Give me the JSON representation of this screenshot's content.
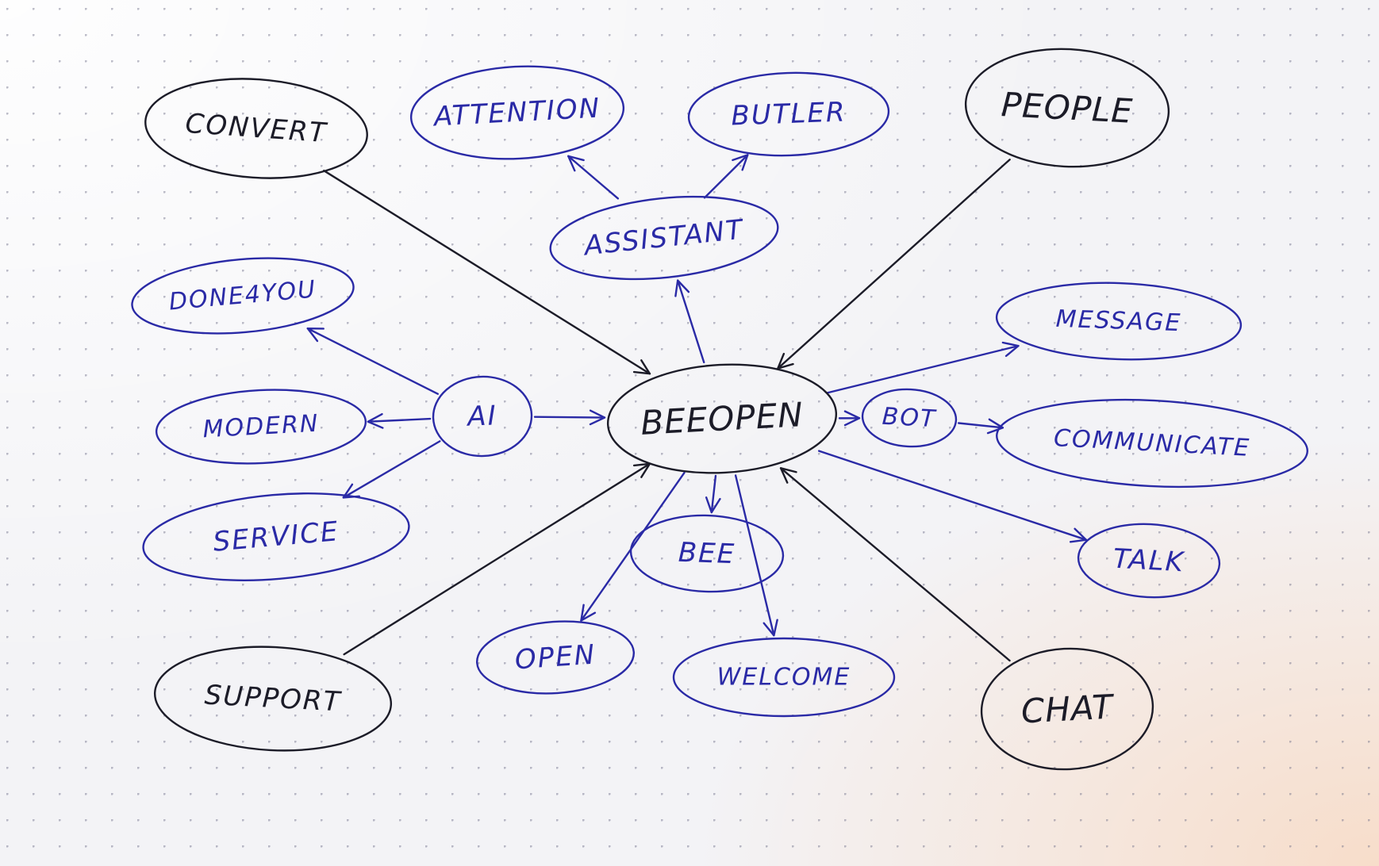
{
  "colors": {
    "blue_ink": "#2a2aa6",
    "black_ink": "#1c1c28"
  },
  "nodes": [
    {
      "id": "beeopen",
      "label": "BEEOPEN",
      "ink": "black"
    },
    {
      "id": "convert",
      "label": "CONVERT",
      "ink": "black"
    },
    {
      "id": "attention",
      "label": "ATTENTION",
      "ink": "blue"
    },
    {
      "id": "butler",
      "label": "BUTLER",
      "ink": "blue"
    },
    {
      "id": "people",
      "label": "PEOPLE",
      "ink": "black"
    },
    {
      "id": "assistant",
      "label": "ASSISTANT",
      "ink": "blue"
    },
    {
      "id": "done4you",
      "label": "DONE4YOU",
      "ink": "blue"
    },
    {
      "id": "ai",
      "label": "AI",
      "ink": "blue"
    },
    {
      "id": "modern",
      "label": "MODERN",
      "ink": "blue"
    },
    {
      "id": "service",
      "label": "SERVICE",
      "ink": "blue"
    },
    {
      "id": "message",
      "label": "MESSAGE",
      "ink": "blue"
    },
    {
      "id": "bot",
      "label": "BOT",
      "ink": "blue"
    },
    {
      "id": "communicate",
      "label": "COMMUNICATE",
      "ink": "blue"
    },
    {
      "id": "talk",
      "label": "TALK",
      "ink": "blue"
    },
    {
      "id": "bee",
      "label": "BEE",
      "ink": "blue"
    },
    {
      "id": "open",
      "label": "OPEN",
      "ink": "blue"
    },
    {
      "id": "welcome",
      "label": "WELCOME",
      "ink": "blue"
    },
    {
      "id": "support",
      "label": "SUPPORT",
      "ink": "black"
    },
    {
      "id": "chat",
      "label": "CHAT",
      "ink": "black"
    }
  ],
  "edges": [
    {
      "from": "convert",
      "to": "beeopen",
      "ink": "black"
    },
    {
      "from": "people",
      "to": "beeopen",
      "ink": "black"
    },
    {
      "from": "support",
      "to": "beeopen",
      "ink": "black"
    },
    {
      "from": "chat",
      "to": "beeopen",
      "ink": "black"
    },
    {
      "from": "beeopen",
      "to": "assistant",
      "ink": "blue"
    },
    {
      "from": "assistant",
      "to": "attention",
      "ink": "blue"
    },
    {
      "from": "assistant",
      "to": "butler",
      "ink": "blue"
    },
    {
      "from": "ai",
      "to": "beeopen",
      "ink": "blue"
    },
    {
      "from": "ai",
      "to": "done4you",
      "ink": "blue"
    },
    {
      "from": "ai",
      "to": "modern",
      "ink": "blue"
    },
    {
      "from": "ai",
      "to": "service",
      "ink": "blue"
    },
    {
      "from": "beeopen",
      "to": "message",
      "ink": "blue"
    },
    {
      "from": "beeopen",
      "to": "bot",
      "ink": "blue"
    },
    {
      "from": "bot",
      "to": "communicate",
      "ink": "blue"
    },
    {
      "from": "beeopen",
      "to": "talk",
      "ink": "blue"
    },
    {
      "from": "beeopen",
      "to": "bee",
      "ink": "blue"
    },
    {
      "from": "beeopen",
      "to": "open",
      "ink": "blue"
    },
    {
      "from": "beeopen",
      "to": "welcome",
      "ink": "blue"
    }
  ]
}
